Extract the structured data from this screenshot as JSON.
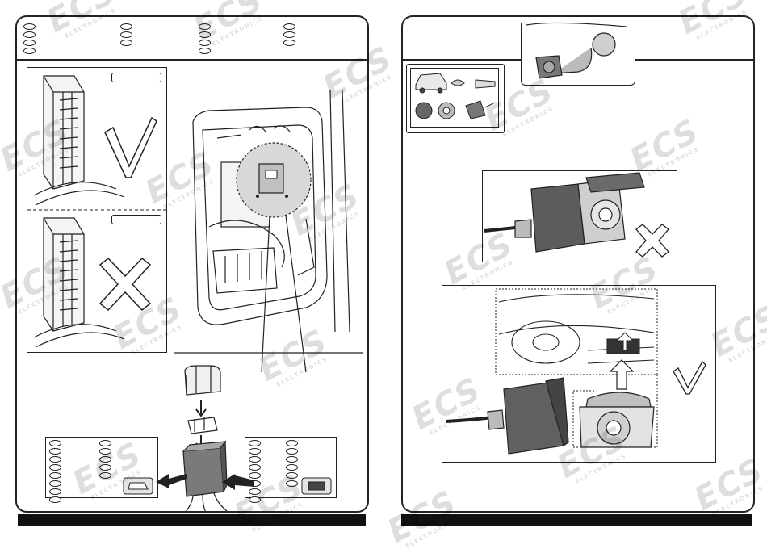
{
  "watermark": {
    "brand": "ECS",
    "tagline": "ELECTRONICS"
  },
  "left_page": {
    "header_oval_columns": 4,
    "check_mark": "correct-mark",
    "cross_mark": "wrong-mark"
  },
  "right_page": {
    "check_mark": "correct-mark",
    "cross_mark": "wrong-mark"
  }
}
